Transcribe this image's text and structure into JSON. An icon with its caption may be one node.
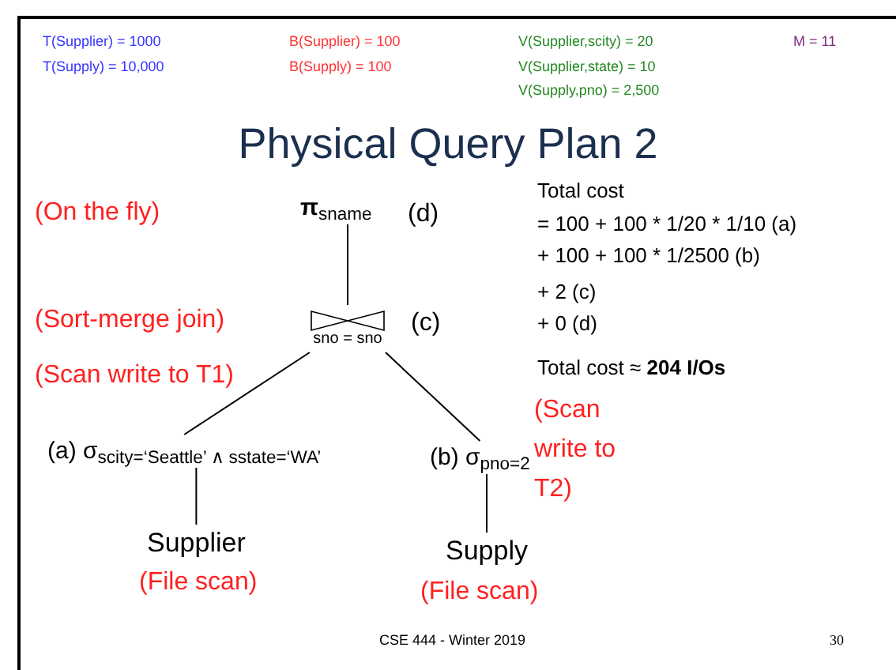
{
  "diagram": {
    "title": "Physical Query Plan 2",
    "nodes": [
      {
        "text": [
          "**π**$_{sname}$"
        ],
        "beside": [
          "(d)"
        ]
      },
      {
        "text": [
          "sno = sno"
        ],
        "beside": [
          "(c)"
        ]
      },
      {
        "text": [
          "(a) σ$_{scity=‘Seattle’ ∧ sstate=‘WA’}$"
        ]
      },
      {
        "text": [
          "(b) σ$_{pno=2}$"
        ],
        "beside": [
          "(Scan write to T2)"
        ]
      },
      {
        "text": [
          "Supplier"
        ],
        "beside": [
          "(File scan)"
        ]
      },
      {
        "text": [
          "Supply"
        ],
        "beside": [
          "(File scan)"
        ]
      }
    ],
    "edges": [
      {
        "from": 1,
        "to": 0,
        "arrow": "none"
      },
      {
        "from": 2,
        "to": 1,
        "arrow": "none"
      },
      {
        "from": 3,
        "to": 1,
        "arrow": "none"
      },
      {
        "from": 4,
        "to": 2,
        "arrow": "none"
      },
      {
        "from": 5,
        "to": 3,
        "arrow": "none"
      }
    ],
    "labels": [
      "T(Supplier) = 1000",
      "B(Supplier) = 100",
      "V(Supplier,scity) = 20",
      "M = 11",
      "T(Supply) = 10,000",
      "B(Supply) = 100",
      "V(Supplier,state) = 10",
      "V(Supply,pno) = 2,500",
      "(On the fly)",
      "(Sort-merge join)",
      "(Scan write to T1)",
      "Total cost",
      "= 100 + 100 * 1/20 * 1/10 (a)",
      "+ 100 + 100 * 1/2500 (b)",
      "+ 2 (c)",
      "+ 0 (d)",
      "Total cost  ≈ **204 I/Os**",
      "CSE 444 - Winter 2019",
      "30"
    ]
  }
}
